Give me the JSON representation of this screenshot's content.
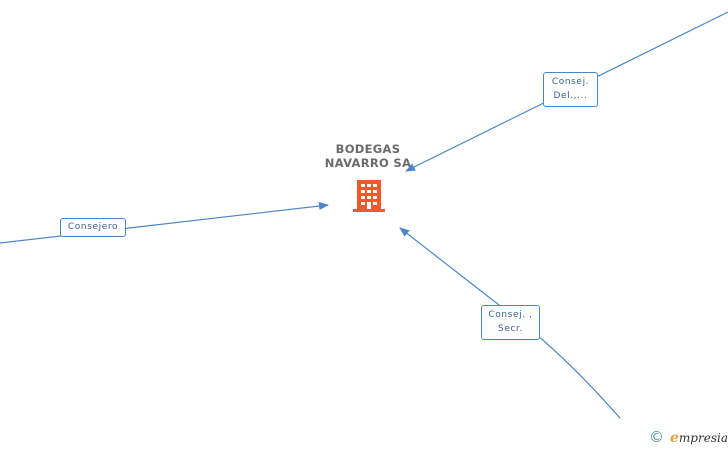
{
  "company": {
    "name_line1": "BODEGAS",
    "name_line2": "NAVARRO SA",
    "icon": "building-icon",
    "color": "#f05a28"
  },
  "relations": [
    {
      "label_line1": "Consej.",
      "label_line2": "Del.,..."
    },
    {
      "label_line1": "Consejero",
      "label_line2": ""
    },
    {
      "label_line1": "Consej. ,",
      "label_line2": "Secr."
    }
  ],
  "colors": {
    "edge": "#4a86c8",
    "box_text": "#3a5f8e",
    "company_text": "#6b6b6b"
  },
  "footer": {
    "copyright_symbol": "©",
    "brand_mark": "e",
    "brand_rest": "mpresia"
  }
}
